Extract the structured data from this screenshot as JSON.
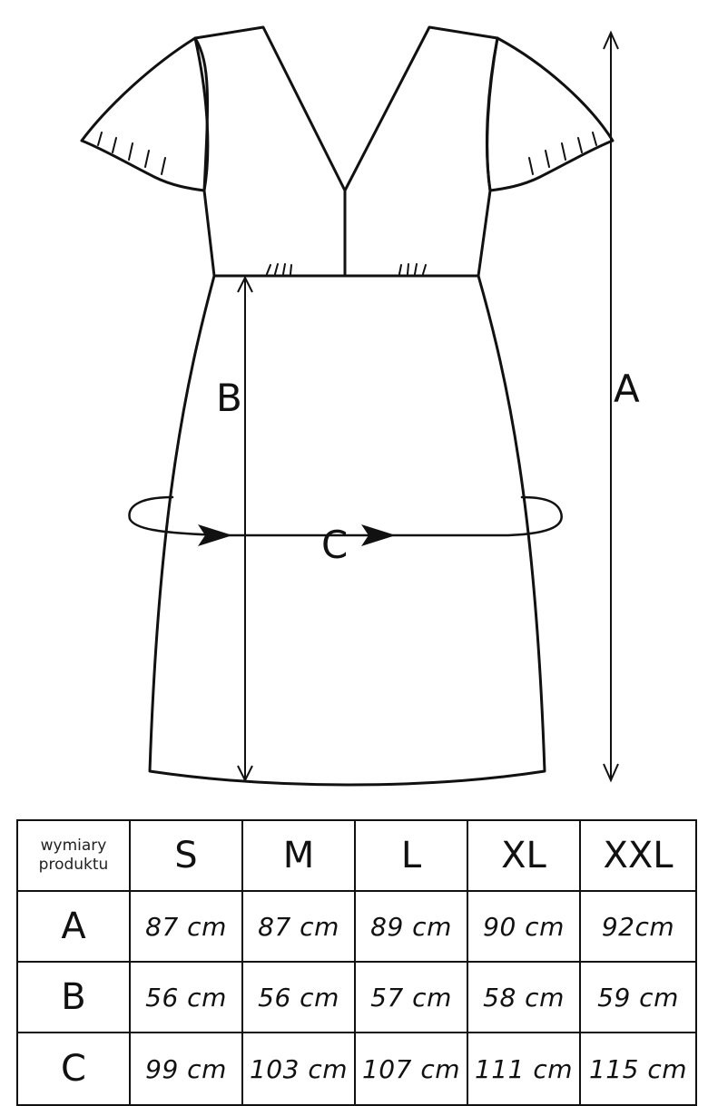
{
  "diagram": {
    "labels": {
      "a": "A",
      "b": "B",
      "c": "C"
    },
    "line_color": "#111111"
  },
  "table": {
    "corner": "wymiary produktu",
    "sizes": [
      "S",
      "M",
      "L",
      "XL",
      "XXL"
    ],
    "rows": [
      {
        "label": "A",
        "values": [
          "87 cm",
          "87 cm",
          "89 cm",
          "90 cm",
          "92cm"
        ]
      },
      {
        "label": "B",
        "values": [
          "56 cm",
          "56 cm",
          "57 cm",
          "58 cm",
          "59 cm"
        ]
      },
      {
        "label": "C",
        "values": [
          "99 cm",
          "103 cm",
          "107 cm",
          "111 cm",
          "115 cm"
        ]
      }
    ]
  }
}
